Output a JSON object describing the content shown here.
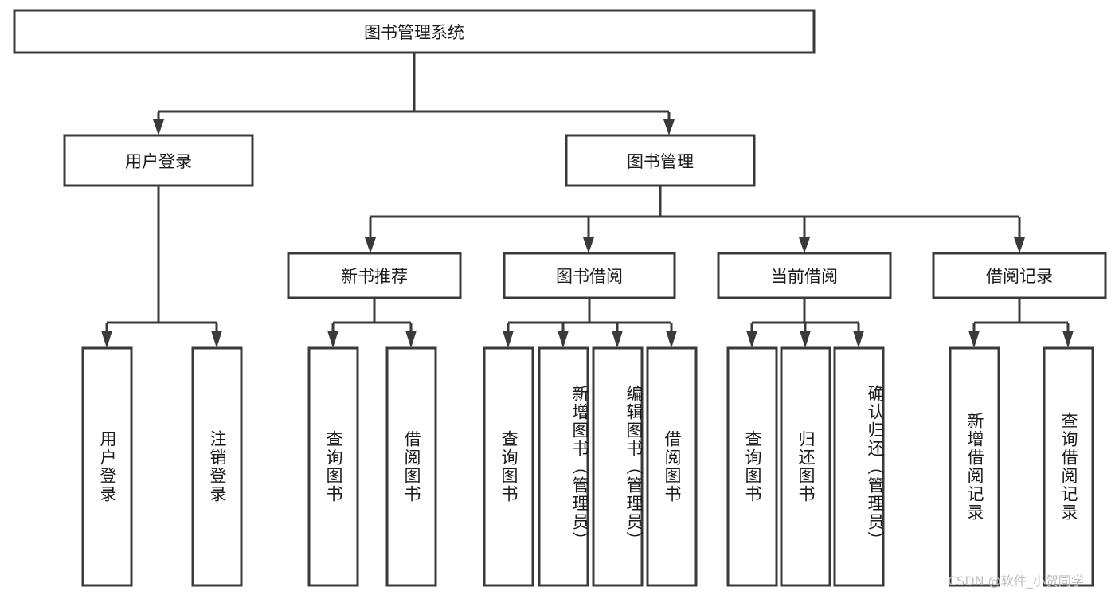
{
  "diagram": {
    "title": "图书管理系统",
    "type": "tree-hierarchy",
    "watermark": "CSDN @软件_小贺同学",
    "colors": {
      "stroke": "#3a3a3a",
      "box_fill": "#ffffff",
      "text": "#1a1a1a",
      "background": "#ffffff",
      "watermark": "#bfbfbf"
    },
    "nodes": {
      "root": {
        "label": "图书管理系统",
        "orientation": "horizontal"
      },
      "level2": [
        {
          "label": "用户登录",
          "orientation": "horizontal"
        },
        {
          "label": "图书管理",
          "orientation": "horizontal"
        }
      ],
      "level3": [
        {
          "label": "新书推荐",
          "orientation": "horizontal"
        },
        {
          "label": "图书借阅",
          "orientation": "horizontal"
        },
        {
          "label": "当前借阅",
          "orientation": "horizontal"
        },
        {
          "label": "借阅记录",
          "orientation": "horizontal"
        }
      ],
      "leaves_user_login": [
        {
          "label": "用户登录",
          "orientation": "vertical"
        },
        {
          "label": "注销登录",
          "orientation": "vertical"
        }
      ],
      "leaves_new_book": [
        {
          "label": "查询图书",
          "orientation": "vertical"
        },
        {
          "label": "借阅图书",
          "orientation": "vertical"
        }
      ],
      "leaves_borrow": [
        {
          "label": "查询图书",
          "orientation": "vertical"
        },
        {
          "label": "新增图书（管理员）",
          "orientation": "vertical"
        },
        {
          "label": "编辑图书（管理员）",
          "orientation": "vertical"
        },
        {
          "label": "借阅图书",
          "orientation": "vertical"
        }
      ],
      "leaves_current": [
        {
          "label": "查询图书",
          "orientation": "vertical"
        },
        {
          "label": "归还图书",
          "orientation": "vertical"
        },
        {
          "label": "确认归还（管理员）",
          "orientation": "vertical"
        }
      ],
      "leaves_records": [
        {
          "label": "新增借阅记录",
          "orientation": "vertical"
        },
        {
          "label": "查询借阅记录",
          "orientation": "vertical"
        }
      ]
    }
  }
}
